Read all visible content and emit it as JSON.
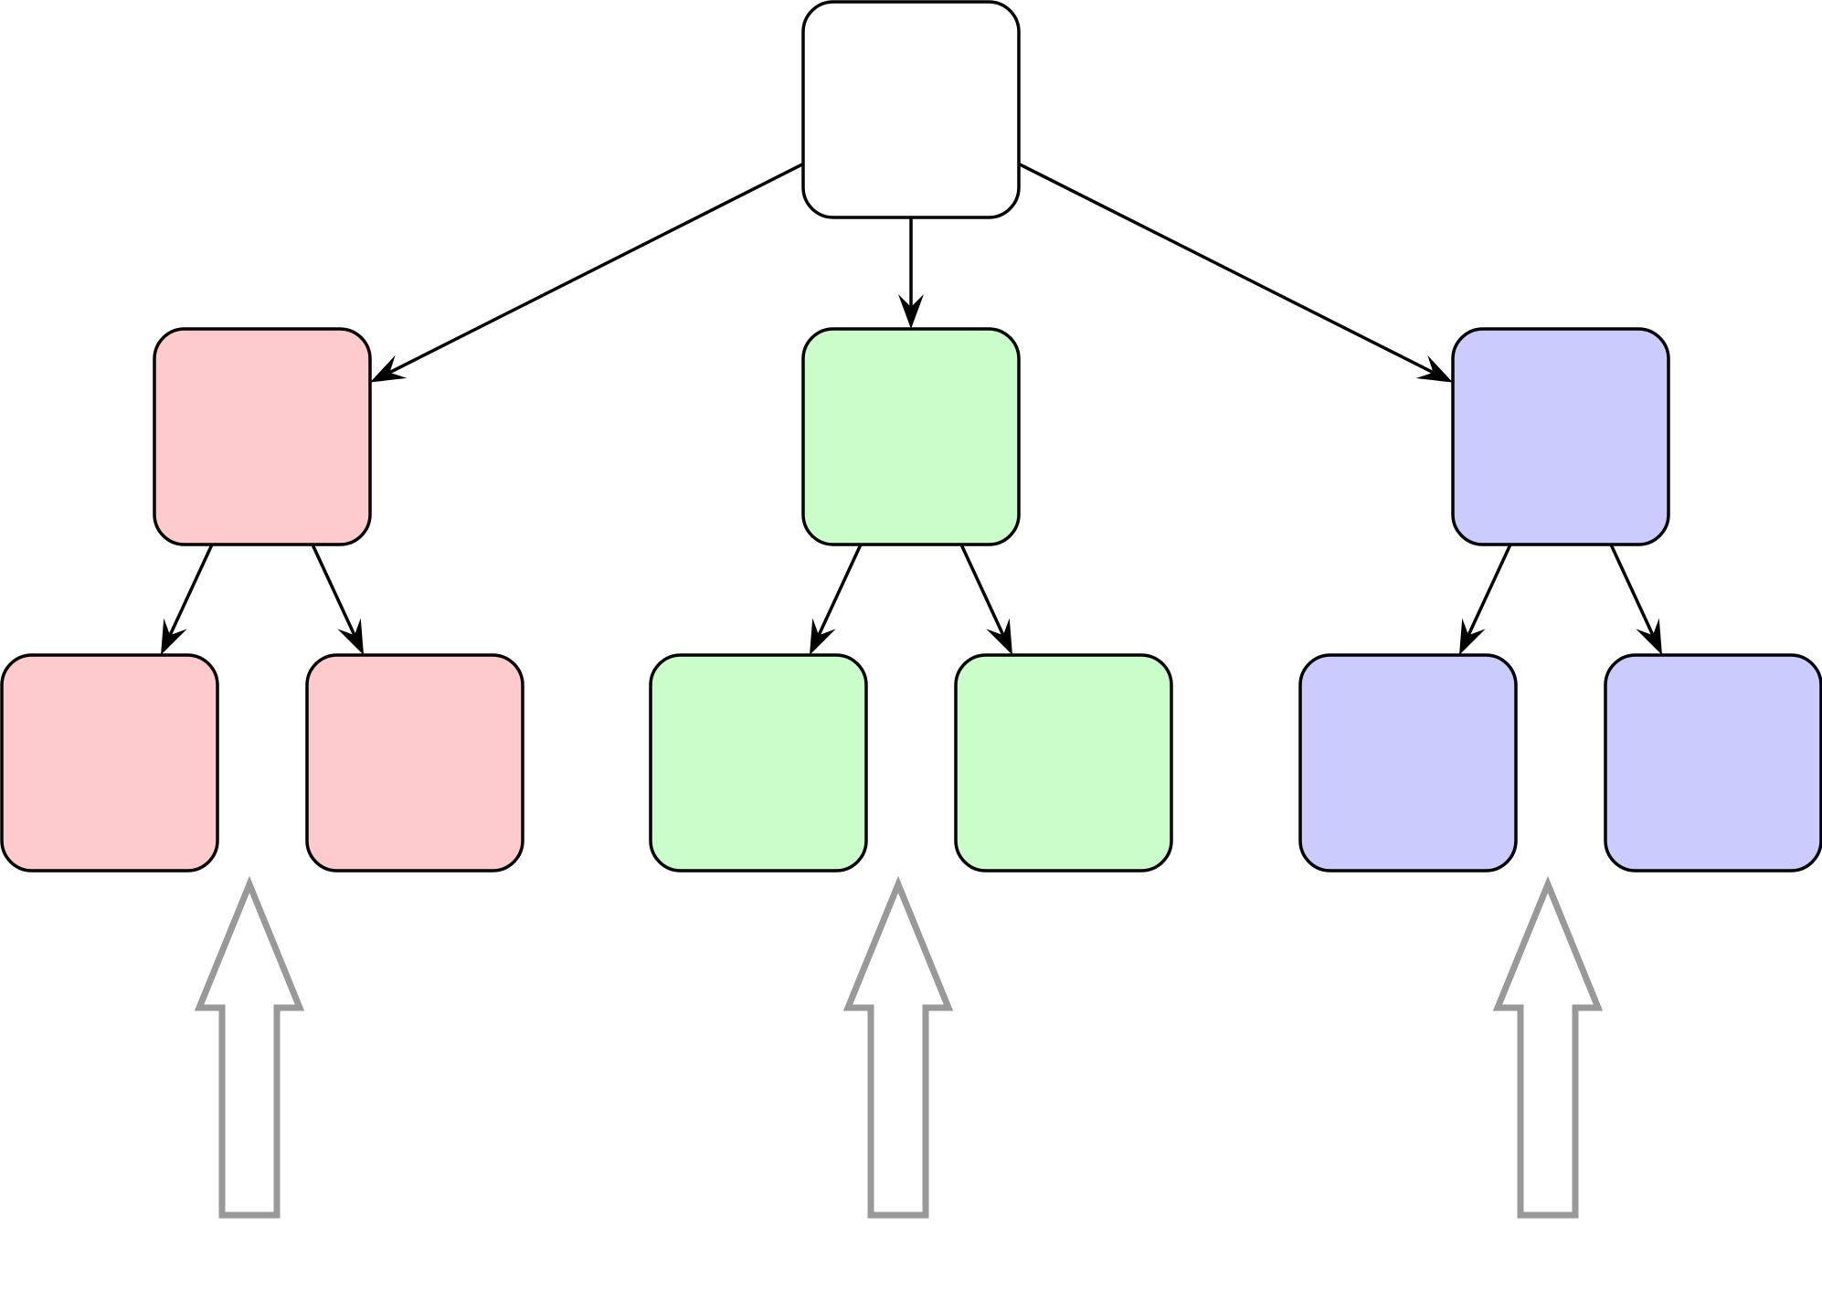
{
  "diagram": {
    "type": "tree",
    "colors": {
      "root": "#ffffff",
      "red": "#fdcbcb",
      "green": "#cbfdcb",
      "blue": "#cbcbfd",
      "stroke": "#000000",
      "hollow_arrow": "#999999"
    },
    "nodes": [
      {
        "id": "root",
        "parent": null,
        "fill": "root"
      },
      {
        "id": "red",
        "parent": "root",
        "fill": "red"
      },
      {
        "id": "green",
        "parent": "root",
        "fill": "green"
      },
      {
        "id": "blue",
        "parent": "root",
        "fill": "blue"
      },
      {
        "id": "red-leaf-1",
        "parent": "red",
        "fill": "red"
      },
      {
        "id": "red-leaf-2",
        "parent": "red",
        "fill": "red"
      },
      {
        "id": "green-leaf-1",
        "parent": "green",
        "fill": "green"
      },
      {
        "id": "green-leaf-2",
        "parent": "green",
        "fill": "green"
      },
      {
        "id": "blue-leaf-1",
        "parent": "blue",
        "fill": "blue"
      },
      {
        "id": "blue-leaf-2",
        "parent": "blue",
        "fill": "blue"
      }
    ],
    "hollow_arrows": [
      {
        "id": "red",
        "direction": "up"
      },
      {
        "id": "green",
        "direction": "up"
      },
      {
        "id": "blue",
        "direction": "up"
      }
    ]
  }
}
